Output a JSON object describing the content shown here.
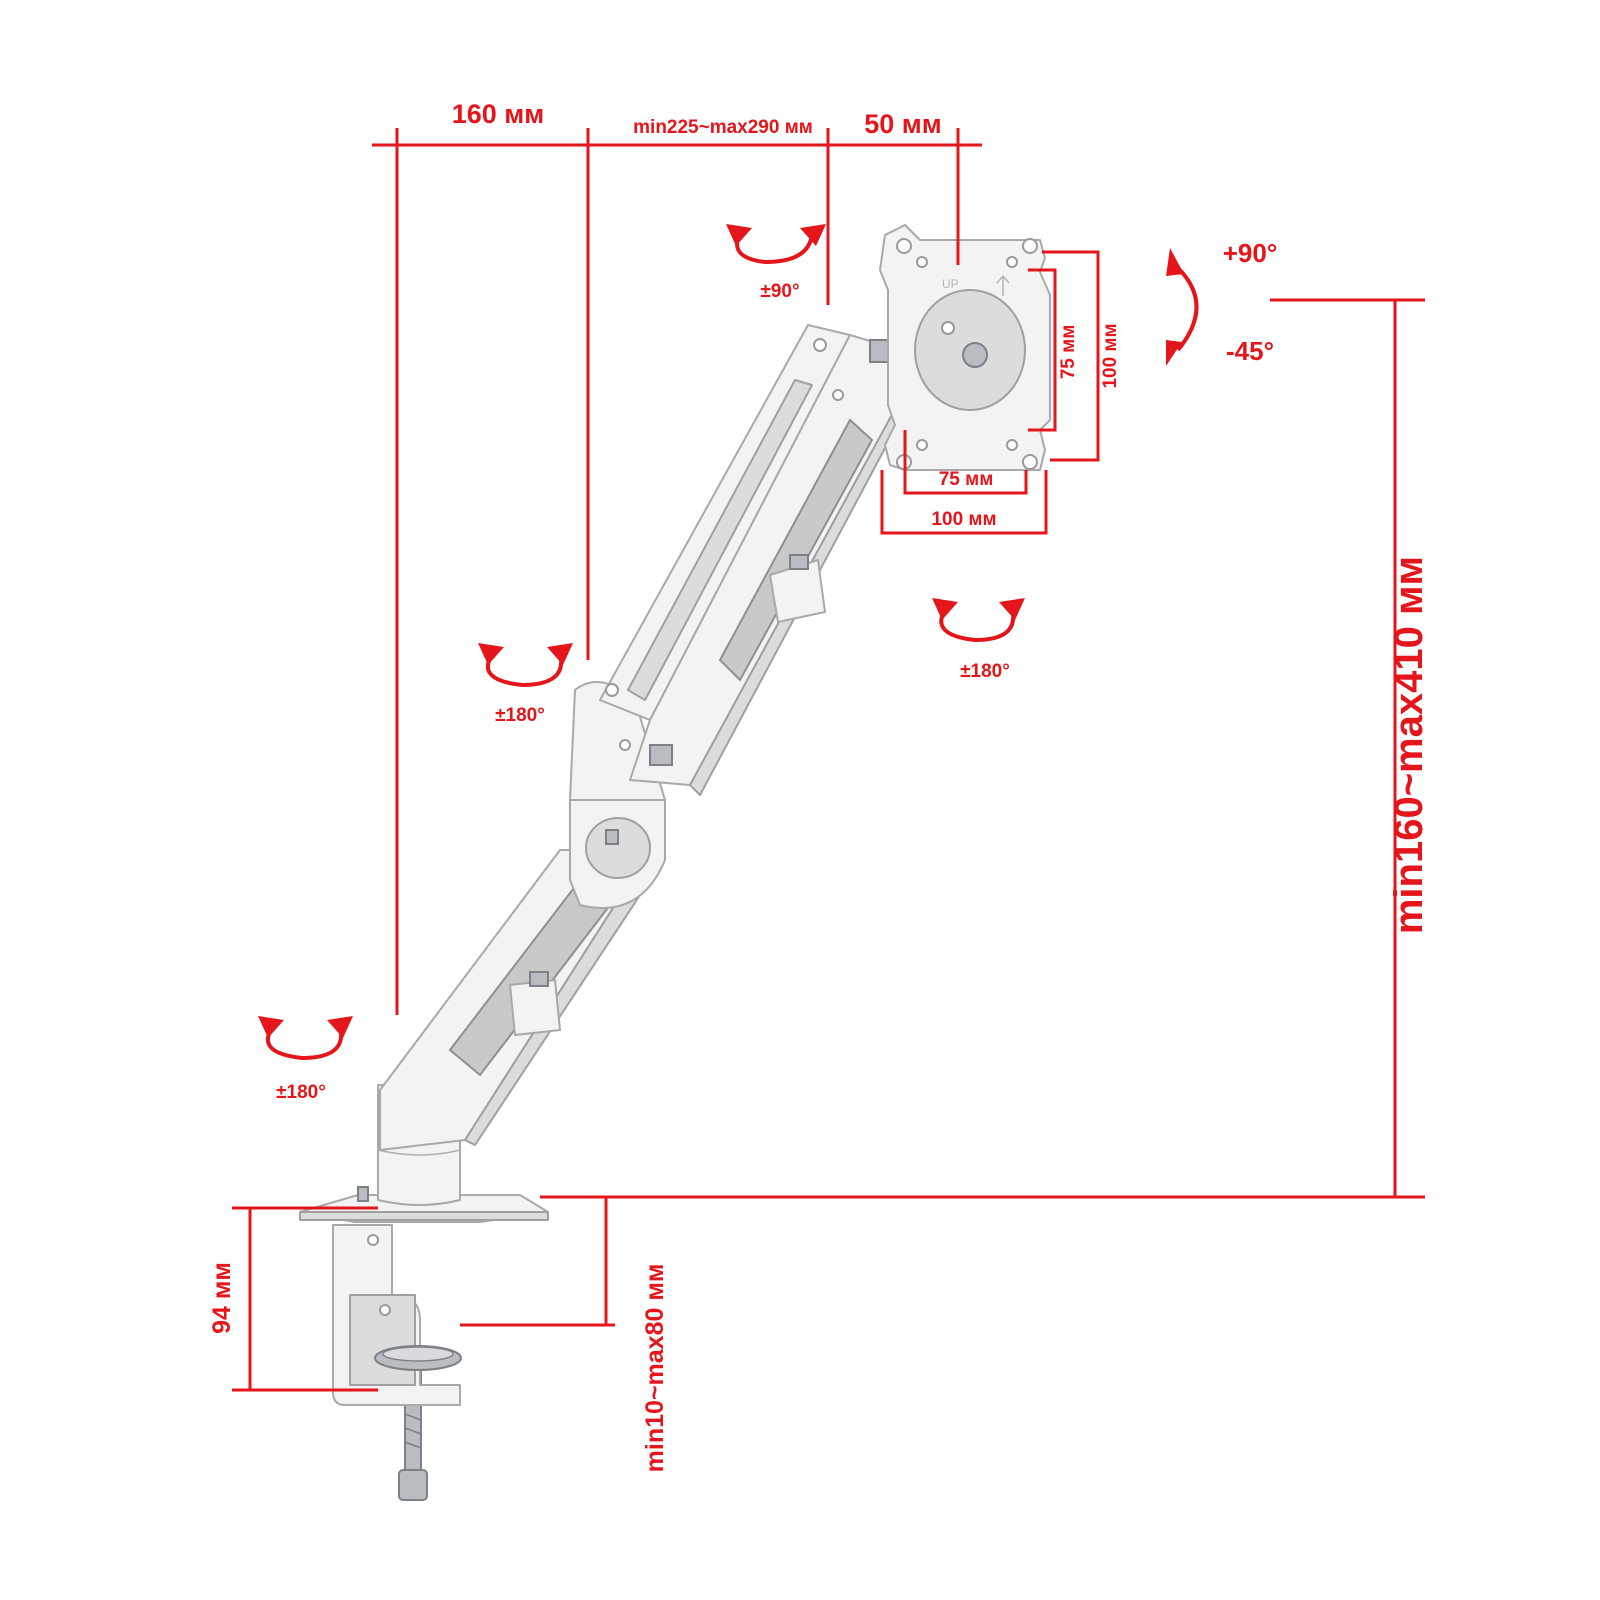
{
  "dimensions": {
    "top_left": "160 мм",
    "top_middle": "min225~max290 мм",
    "top_right": "50 мм",
    "vesa_inner_horizontal": "75 мм",
    "vesa_outer_horizontal": "100 мм",
    "vesa_inner_vertical": "75 мм",
    "vesa_outer_vertical": "100 мм",
    "height_range": "min160~max410 мм",
    "clamp_height": "94 мм",
    "clamp_range": "min10~max80 мм"
  },
  "rotations": {
    "arm_joint": "±90°",
    "head_rotation": "±180°",
    "middle_joint": "±180°",
    "base_joint": "±180°",
    "tilt_up": "+90°",
    "tilt_down": "-45°"
  },
  "plate": {
    "up_label": "UP"
  },
  "colors": {
    "accent": "#e4161b",
    "product": "#f3f3f3"
  }
}
